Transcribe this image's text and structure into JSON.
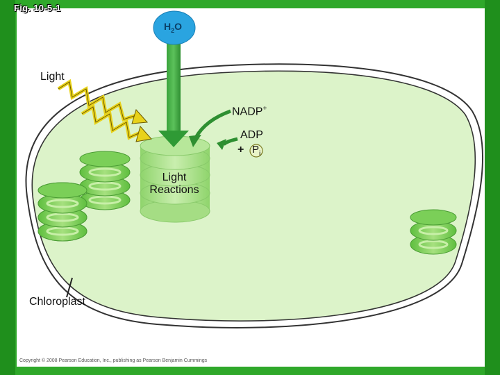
{
  "figure_label": "Fig. 10-5-1",
  "labels": {
    "h2o": "H2O",
    "h2o_main": "H",
    "h2o_sub": "2",
    "h2o_o": "O",
    "light": "Light",
    "nadp": "NADP",
    "nadp_sup": "+",
    "adp": "ADP",
    "plus": "+",
    "p": "P",
    "p_sub": "i",
    "light_reactions_line1": "Light",
    "light_reactions_line2": "Reactions",
    "chloroplast": "Chloroplast"
  },
  "copyright": "Copyright © 2008 Pearson Education, Inc., publishing as Pearson Benjamin Cummings",
  "colors": {
    "background_green": "#2fa82a",
    "h2o_circle": "#2aa4e0",
    "arrow_green": "#2f9a35",
    "stroma": "#d9f2c4",
    "thylakoid": "#7ccd5a"
  }
}
